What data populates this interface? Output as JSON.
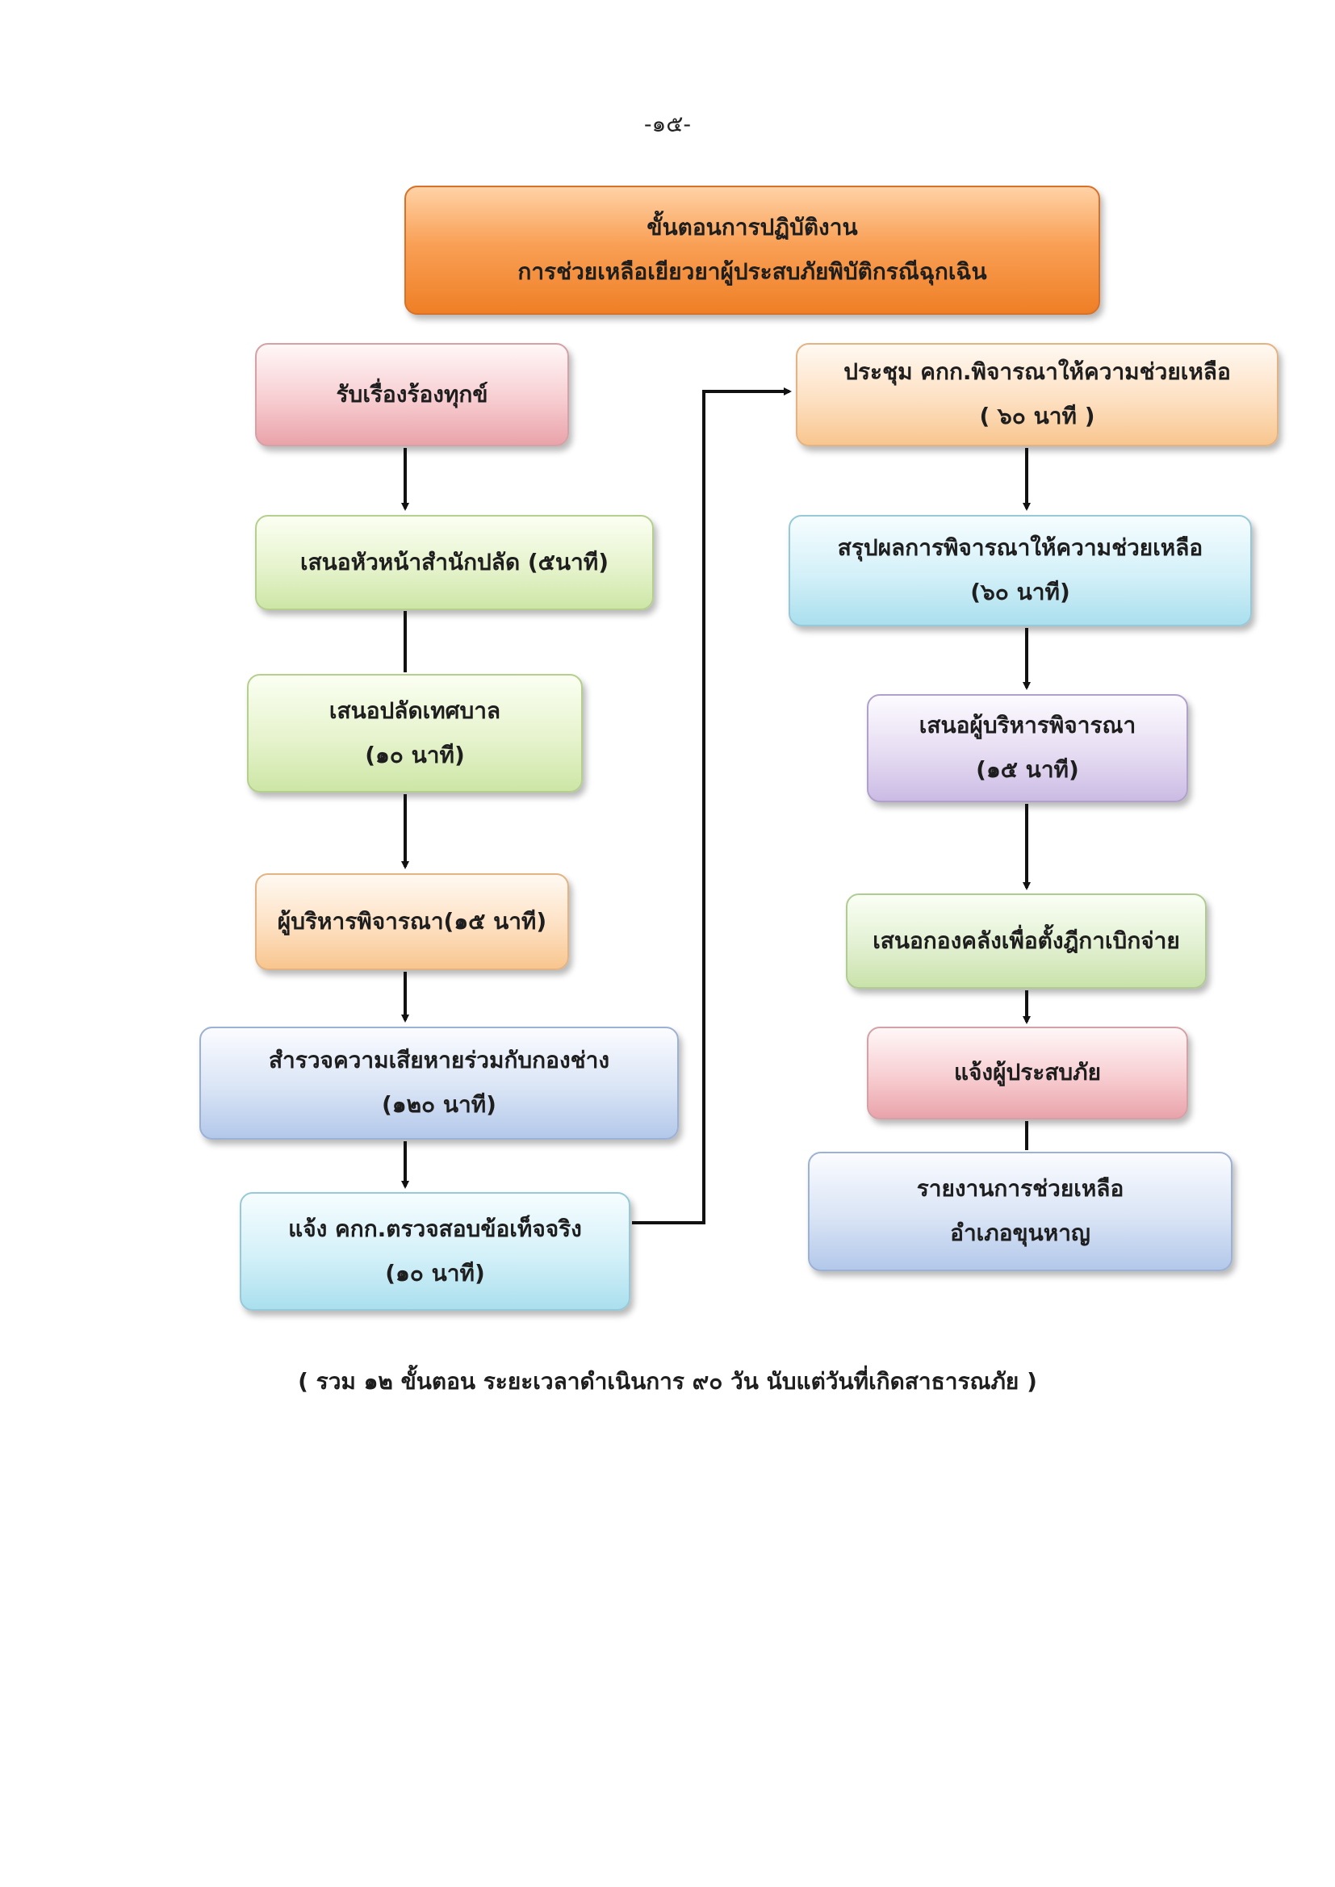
{
  "page_number": "-๑๕-",
  "title": {
    "line1": "ขั้นตอนการปฏิบัติงาน",
    "line2": "การช่วยเหลือเยียวยาผู้ประสบภัยพิบัติกรณีฉุกเฉิน"
  },
  "steps_left": [
    {
      "line1": "รับเรื่องร้องทุกข์",
      "line2": ""
    },
    {
      "line1": "เสนอหัวหน้าสำนักปลัด (๕นาที)",
      "line2": ""
    },
    {
      "line1": "เสนอปลัดเทศบาล",
      "line2": "(๑๐ นาที)"
    },
    {
      "line1": "ผู้บริหารพิจารณา(๑๕ นาที)",
      "line2": ""
    },
    {
      "line1": "สำรวจความเสียหายร่วมกับกองช่าง",
      "line2": "(๑๒๐ นาที)"
    },
    {
      "line1": "แจ้ง คกก.ตรวจสอบข้อเท็จจริง",
      "line2": "(๑๐ นาที)"
    }
  ],
  "steps_right": [
    {
      "line1": "ประชุม คกก.พิจารณาให้ความช่วยเหลือ",
      "line2": "( ๖๐ นาที )"
    },
    {
      "line1": "สรุปผลการพิจารณาให้ความช่วยเหลือ",
      "line2": "(๖๐ นาที)"
    },
    {
      "line1": "เสนอผู้บริหารพิจารณา",
      "line2": "(๑๕ นาที)"
    },
    {
      "line1": "เสนอกองคลังเพื่อตั้งฎีกาเบิกจ่าย",
      "line2": ""
    },
    {
      "line1": "แจ้งผู้ประสบภัย",
      "line2": ""
    },
    {
      "line1": "รายงานการช่วยเหลือ",
      "line2": "อำเภอขุนหาญ"
    }
  ],
  "footer_note": "( รวม ๑๒ ขั้นตอน ระยะเวลาดำเนินการ ๙๐ วัน นับแต่วันที่เกิดสาธารณภัย )"
}
